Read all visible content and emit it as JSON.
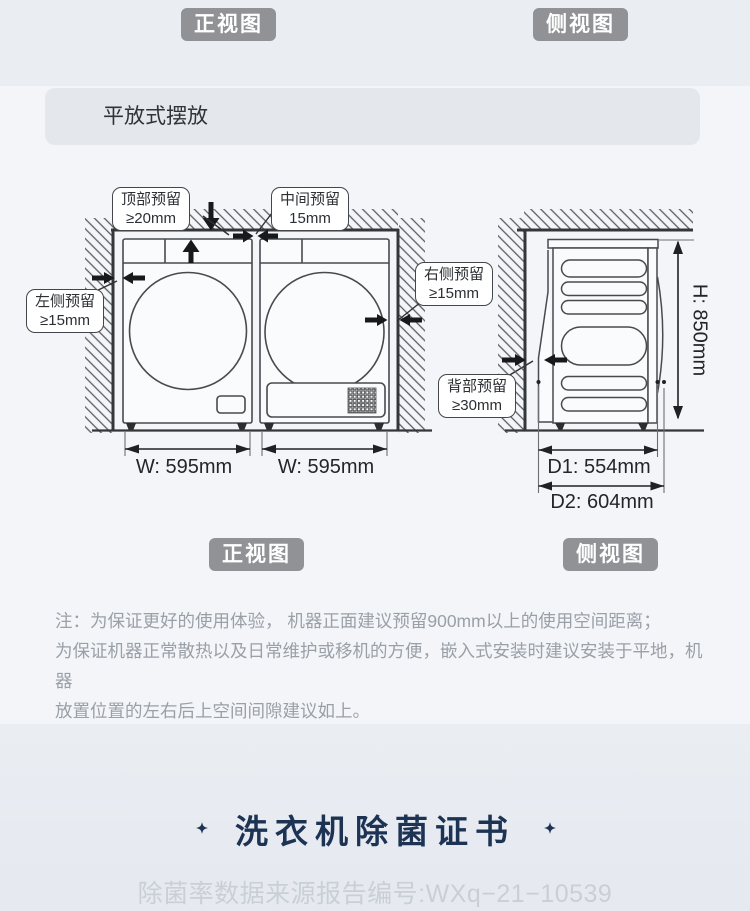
{
  "view_labels": {
    "front_top": "正视图",
    "side_top": "侧视图",
    "front_bottom": "正视图",
    "side_bottom": "侧视图"
  },
  "section": {
    "title": "平放式摆放"
  },
  "callouts": {
    "top": {
      "line1": "顶部预留",
      "line2": "≥20mm"
    },
    "middle": {
      "line1": "中间预留",
      "line2": "15mm"
    },
    "left": {
      "line1": "左侧预留",
      "line2": "≥15mm"
    },
    "right": {
      "line1": "右侧预留",
      "line2": "≥15mm"
    },
    "back": {
      "line1": "背部预留",
      "line2": "≥30mm"
    }
  },
  "dimensions": {
    "width_left": "W: 595mm",
    "width_right": "W: 595mm",
    "height": "H: 850mm",
    "depth1": "D1: 554mm",
    "depth2": "D2: 604mm"
  },
  "note": {
    "line1": "注：为保证更好的使用体验， 机器正面建议预留900mm以上的使用空间距离；",
    "line2": "为保证机器正常散热以及日常维护或移机的方便，嵌入式安装时建议安装于平地，机器",
    "line3": "放置位置的左右后上空间间隙建议如上。"
  },
  "certificate": {
    "title": "洗衣机除菌证书",
    "report_no": "除菌率数据来源报告编号:WXq−21−10539"
  },
  "colors": {
    "badge_bg": "#909295",
    "title_navy": "#1d3354",
    "note_gray": "#9aa0a8",
    "report_gray": "#c9cfd7",
    "line_dark": "#34373a"
  }
}
